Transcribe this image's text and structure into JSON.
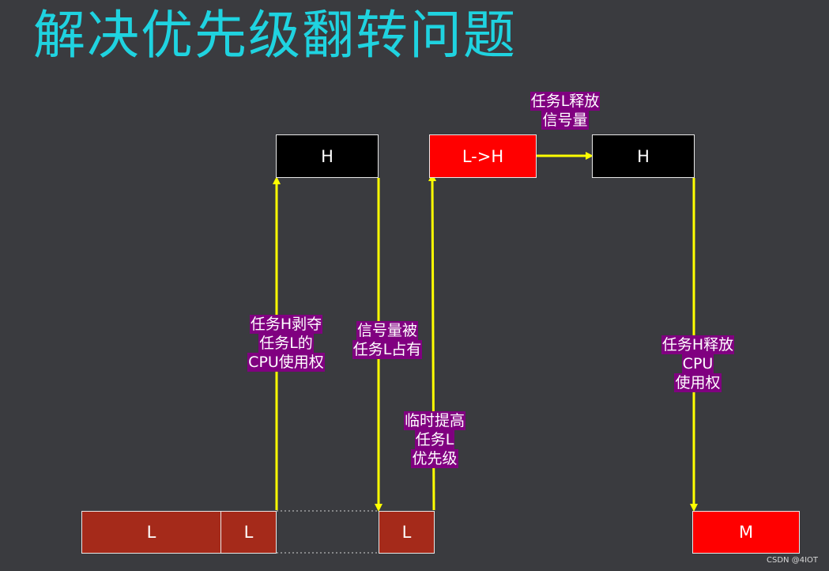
{
  "title": "解决优先级翻转问题",
  "boxes": {
    "h1": "H",
    "lh": "L->H",
    "h2": "H",
    "l1": "L",
    "l2": "L",
    "l3": "L",
    "m": "M"
  },
  "labels": {
    "preempt": [
      "任务H剥夺",
      "任务L的",
      "CPU使用权"
    ],
    "semaphore_held": [
      "信号量被",
      "任务L占有"
    ],
    "boost": [
      "临时提高",
      "任务L",
      "优先级"
    ],
    "release_sem": [
      "任务L释放",
      "信号量"
    ],
    "release_cpu": [
      "任务H释放",
      "CPU",
      "使用权"
    ]
  },
  "colors": {
    "title": "#1fd3e0",
    "arrow": "#ffff00",
    "label_bg": "#800080",
    "black_box": "#000000",
    "red_box": "#ff0000",
    "brown_box": "#a52a1a",
    "background": "#3a3b3f"
  },
  "watermark": "CSDN @4IOT"
}
